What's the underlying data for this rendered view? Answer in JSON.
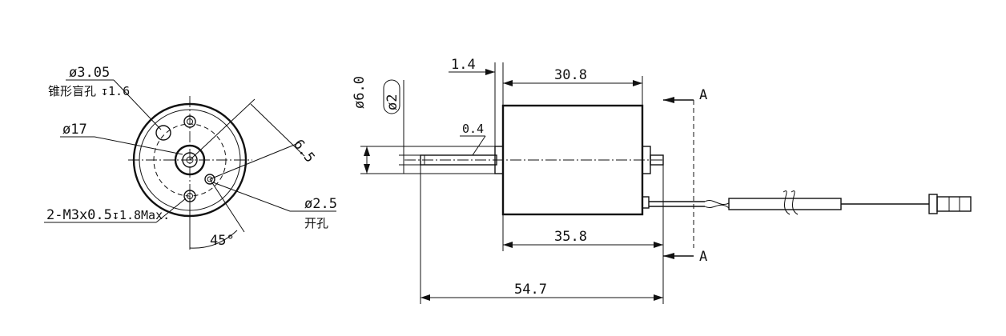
{
  "front_view": {
    "hole_dia": "ø3.05",
    "hole_note": "锥形盲孔",
    "hole_depth": "↧1.6",
    "body_dia": "ø17",
    "thread_spec": "2-M3x0.5",
    "thread_depth": "↧1.8Max.",
    "through_dia": "ø2.5",
    "through_note": "开孔",
    "radius_dim": "6.5",
    "angle_dim": "45°"
  },
  "side_view": {
    "flange_len": "1.4",
    "body_len": "30.8",
    "shaft_dia": "ø6.0",
    "shaft_dia2": "ø2",
    "shaft_step": "0.4",
    "total_body": "35.8",
    "overall_len": "54.7",
    "section_label_top": "A",
    "section_label_bottom": "A"
  }
}
